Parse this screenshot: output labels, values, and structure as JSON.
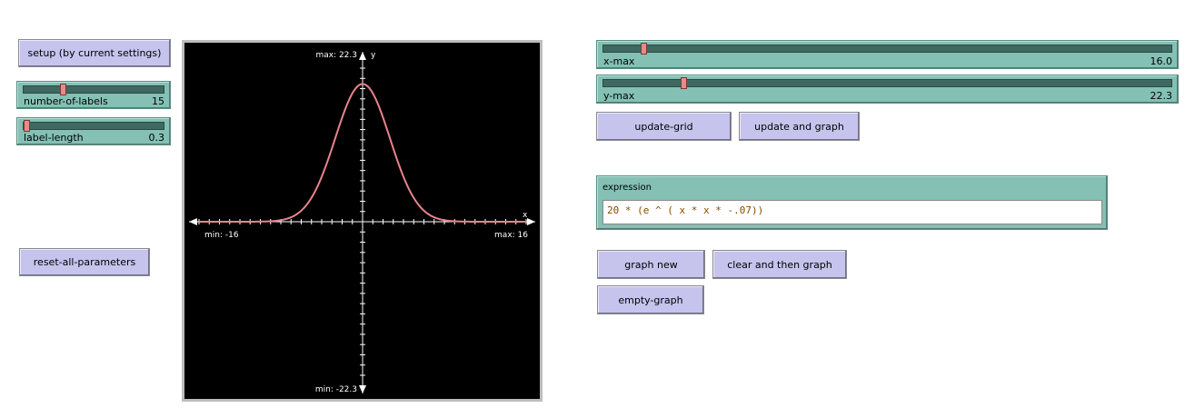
{
  "buttons": {
    "setup": "setup (by current settings)",
    "reset": "reset-all-parameters",
    "update_grid": "update-grid",
    "update_and_graph": "update and graph",
    "graph_new": "graph new",
    "clear_then_graph": "clear and then graph",
    "empty_graph": "empty-graph"
  },
  "sliders": {
    "number_of_labels": {
      "label": "number-of-labels",
      "value": "15",
      "fraction": 0.28
    },
    "label_length": {
      "label": "label-length",
      "value": "0.3",
      "fraction": 0.02
    },
    "x_max": {
      "label": "x-max",
      "value": "16.0",
      "fraction": 0.07
    },
    "y_max": {
      "label": "y-max",
      "value": "22.3",
      "fraction": 0.14
    }
  },
  "expression": {
    "title": "expression",
    "value": "20 * (e ^ ( x * x * -.07))"
  },
  "graph": {
    "x_axis_label": "x",
    "y_axis_label": "y",
    "x_min_label": "min: -16",
    "x_max_label": "max: 16",
    "y_max_label": "max: 22.3",
    "y_min_label": "min: -22.3",
    "x_min": -16,
    "x_max": 16,
    "y_min": -22.3,
    "y_max": 22.3,
    "curve_color": "#e8838f",
    "axis_color": "#ffffff"
  }
}
